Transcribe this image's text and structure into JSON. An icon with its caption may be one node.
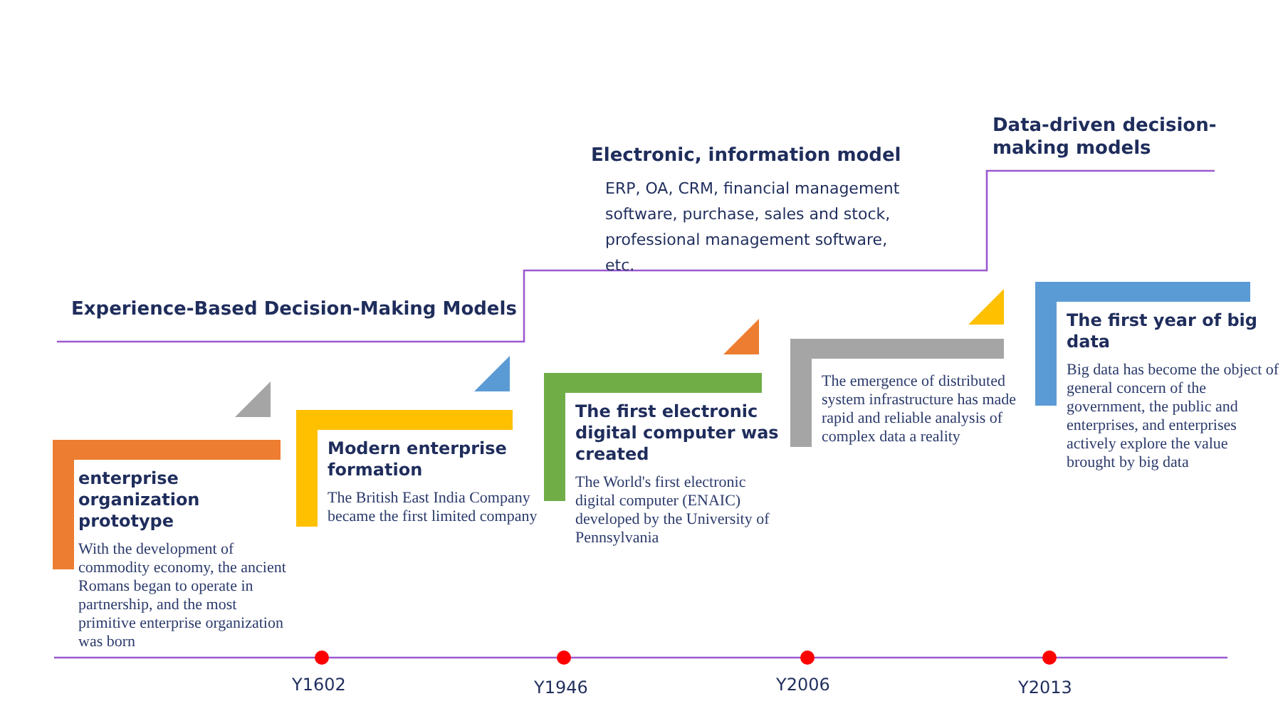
{
  "diagram": {
    "nodes": [
      {
        "text": [
          "enterprise organization prototype",
          "With the development of commodity economy, the ancient Romans began to operate in partnership, and the most primitive enterprise organization was born"
        ]
      },
      {
        "text": [
          "Modern enterprise formation",
          "The British East India Company became the first limited company"
        ]
      },
      {
        "text": [
          "The first electronic digital computer was created",
          "The World's first electronic digital computer (ENAIC) developed by the University of Pennsylvania"
        ]
      },
      {
        "text": [
          "The emergence of distributed system infrastructure has made rapid and reliable analysis of complex data a reality"
        ]
      },
      {
        "text": [
          "The first year of big data",
          "Big data has become the object of general concern of the government, the public and enterprises, and enterprises actively explore the value brought by big data"
        ]
      }
    ],
    "edges": [],
    "labels": [
      "Data-driven decision-making models",
      "Electronic, information model",
      "ERP, OA, CRM, financial management software, purchase, sales and stock, professional management software, etc.",
      "Experience-Based Decision-Making Models",
      "Y1602",
      "Y1946",
      "Y2006",
      "Y2013"
    ]
  }
}
